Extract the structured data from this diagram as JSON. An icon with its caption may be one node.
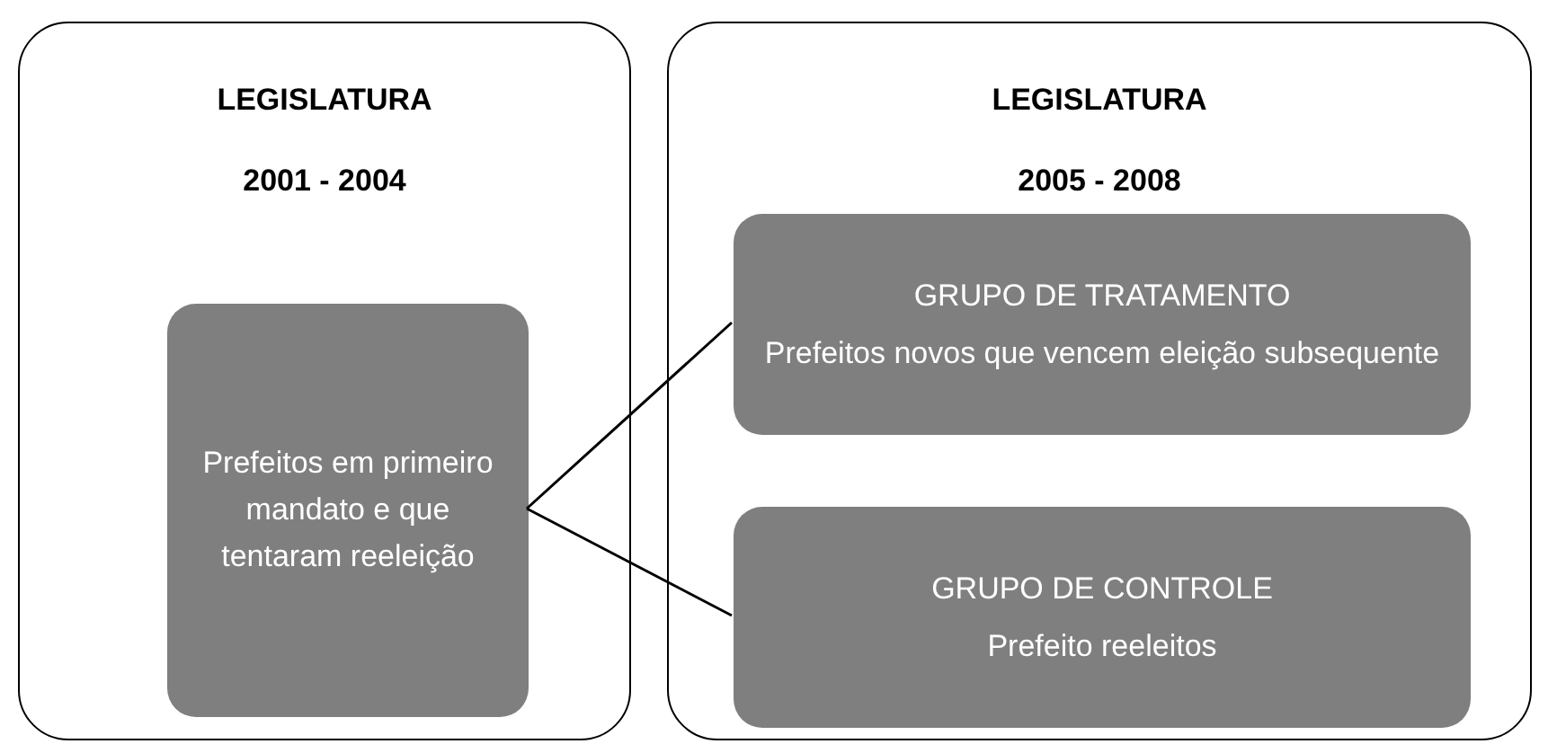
{
  "diagram": {
    "nodes": [
      {
        "text": [
          "LEGISLATURA",
          "2001 - 2004"
        ]
      },
      {
        "text": [
          "Prefeitos em primeiro mandato e que tentaram reeleição"
        ],
        "in": 0
      },
      {
        "text": [
          "LEGISLATURA",
          "2005 - 2008"
        ]
      },
      {
        "text": [
          "GRUPO DE TRATAMENTO",
          "Prefeitos novos que vencem eleição subsequente"
        ],
        "in": 2
      },
      {
        "text": [
          "GRUPO DE CONTROLE",
          "Prefeito reeleitos"
        ],
        "in": 2
      }
    ],
    "edges": [
      {
        "from": 1,
        "to": 3,
        "arrow": "none"
      },
      {
        "from": 1,
        "to": 4,
        "arrow": "none"
      }
    ]
  }
}
